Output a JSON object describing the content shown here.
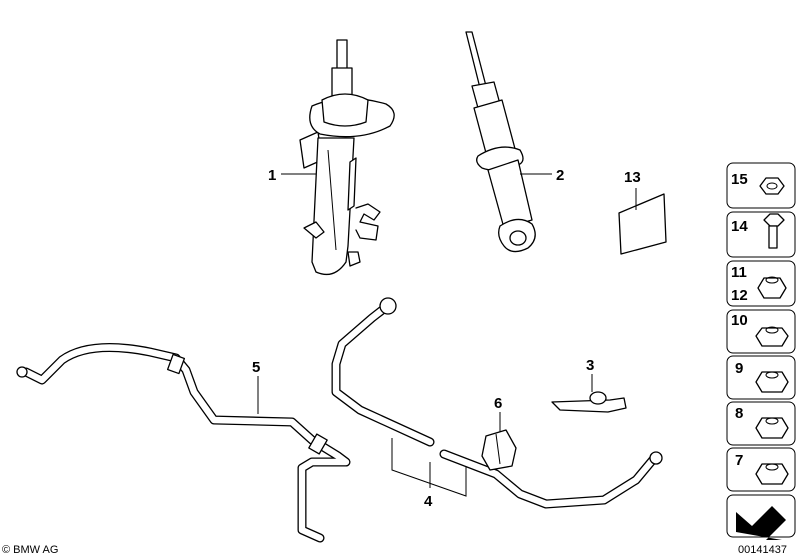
{
  "callouts": [
    {
      "id": "1",
      "text": "1"
    },
    {
      "id": "2",
      "text": "2"
    },
    {
      "id": "3",
      "text": "3"
    },
    {
      "id": "4",
      "text": "4"
    },
    {
      "id": "5",
      "text": "5"
    },
    {
      "id": "6",
      "text": "6"
    },
    {
      "id": "13",
      "text": "13"
    }
  ],
  "side_panel": {
    "boxes": [
      {
        "labels": [
          "15"
        ],
        "part": "hex-nut"
      },
      {
        "labels": [
          "14"
        ],
        "part": "hex-bolt"
      },
      {
        "labels": [
          "11",
          "12"
        ],
        "part": "self-locking-nut"
      },
      {
        "labels": [
          "10"
        ],
        "part": "flange-nut"
      },
      {
        "labels": [
          "9"
        ],
        "part": "flange-nut"
      },
      {
        "labels": [
          "8"
        ],
        "part": "flange-nut"
      },
      {
        "labels": [
          "7"
        ],
        "part": "flange-nut"
      }
    ]
  },
  "footer": {
    "copyright": "© BMW AG",
    "diagram_number": "00141437"
  }
}
